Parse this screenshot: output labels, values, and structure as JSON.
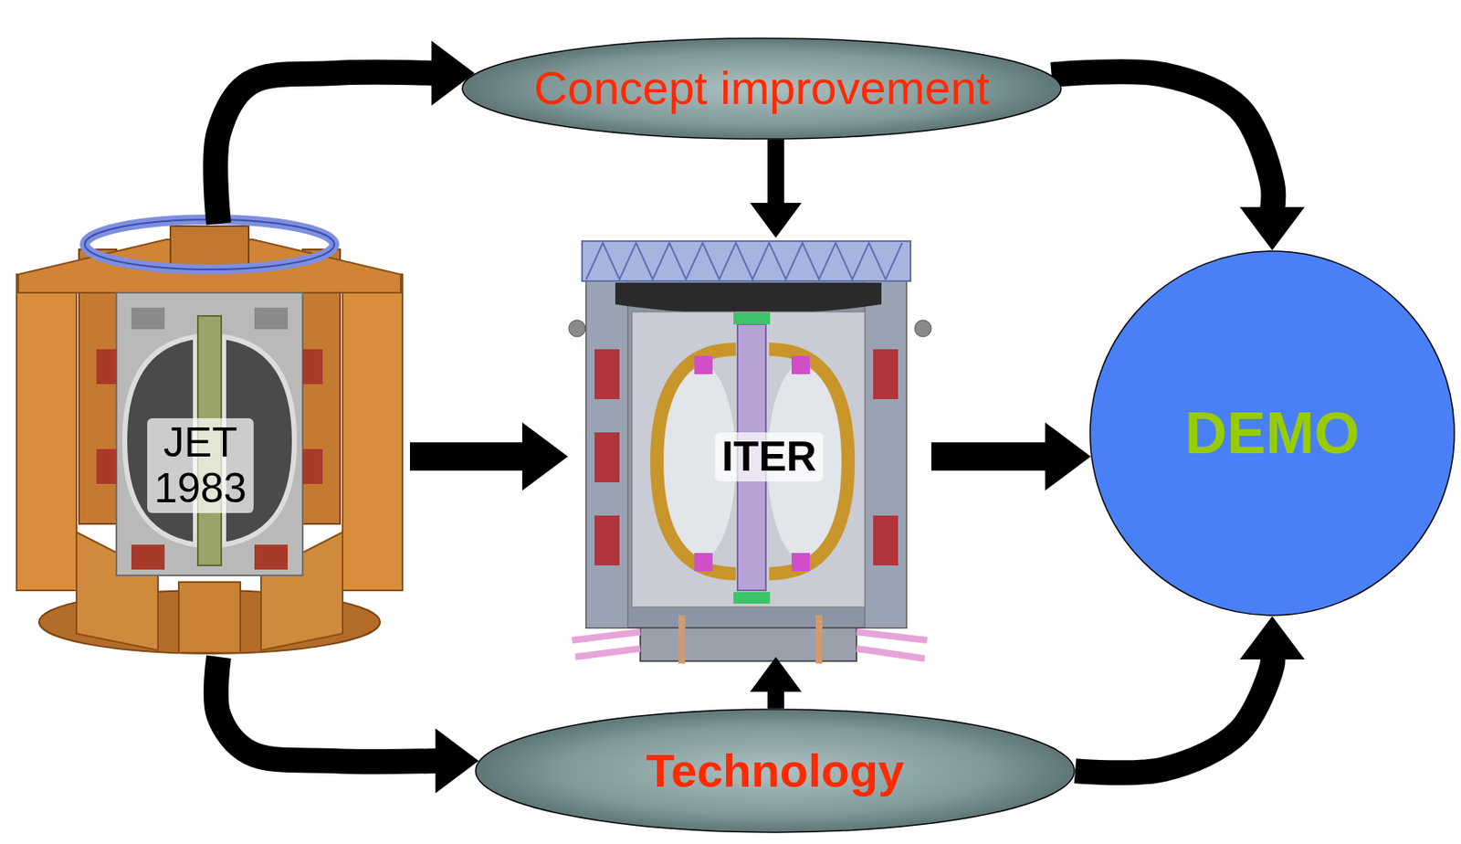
{
  "diagram": {
    "nodes": [
      {
        "text": [
          "Concept improvement"
        ]
      },
      {
        "text": [
          "JET 1983"
        ]
      },
      {
        "text": [
          "ITER"
        ]
      },
      {
        "text": [
          "DEMO"
        ]
      },
      {
        "text": [
          "Technology"
        ]
      }
    ],
    "edges": [
      {
        "from": 1,
        "to": 0,
        "arrow": "to"
      },
      {
        "from": 0,
        "to": 2,
        "arrow": "to"
      },
      {
        "from": 0,
        "to": 3,
        "arrow": "to"
      },
      {
        "from": 1,
        "to": 2,
        "arrow": "to"
      },
      {
        "from": 2,
        "to": 3,
        "arrow": "to"
      },
      {
        "from": 1,
        "to": 4,
        "arrow": "to"
      },
      {
        "from": 4,
        "to": 2,
        "arrow": "to"
      },
      {
        "from": 4,
        "to": 3,
        "arrow": "to"
      }
    ]
  }
}
